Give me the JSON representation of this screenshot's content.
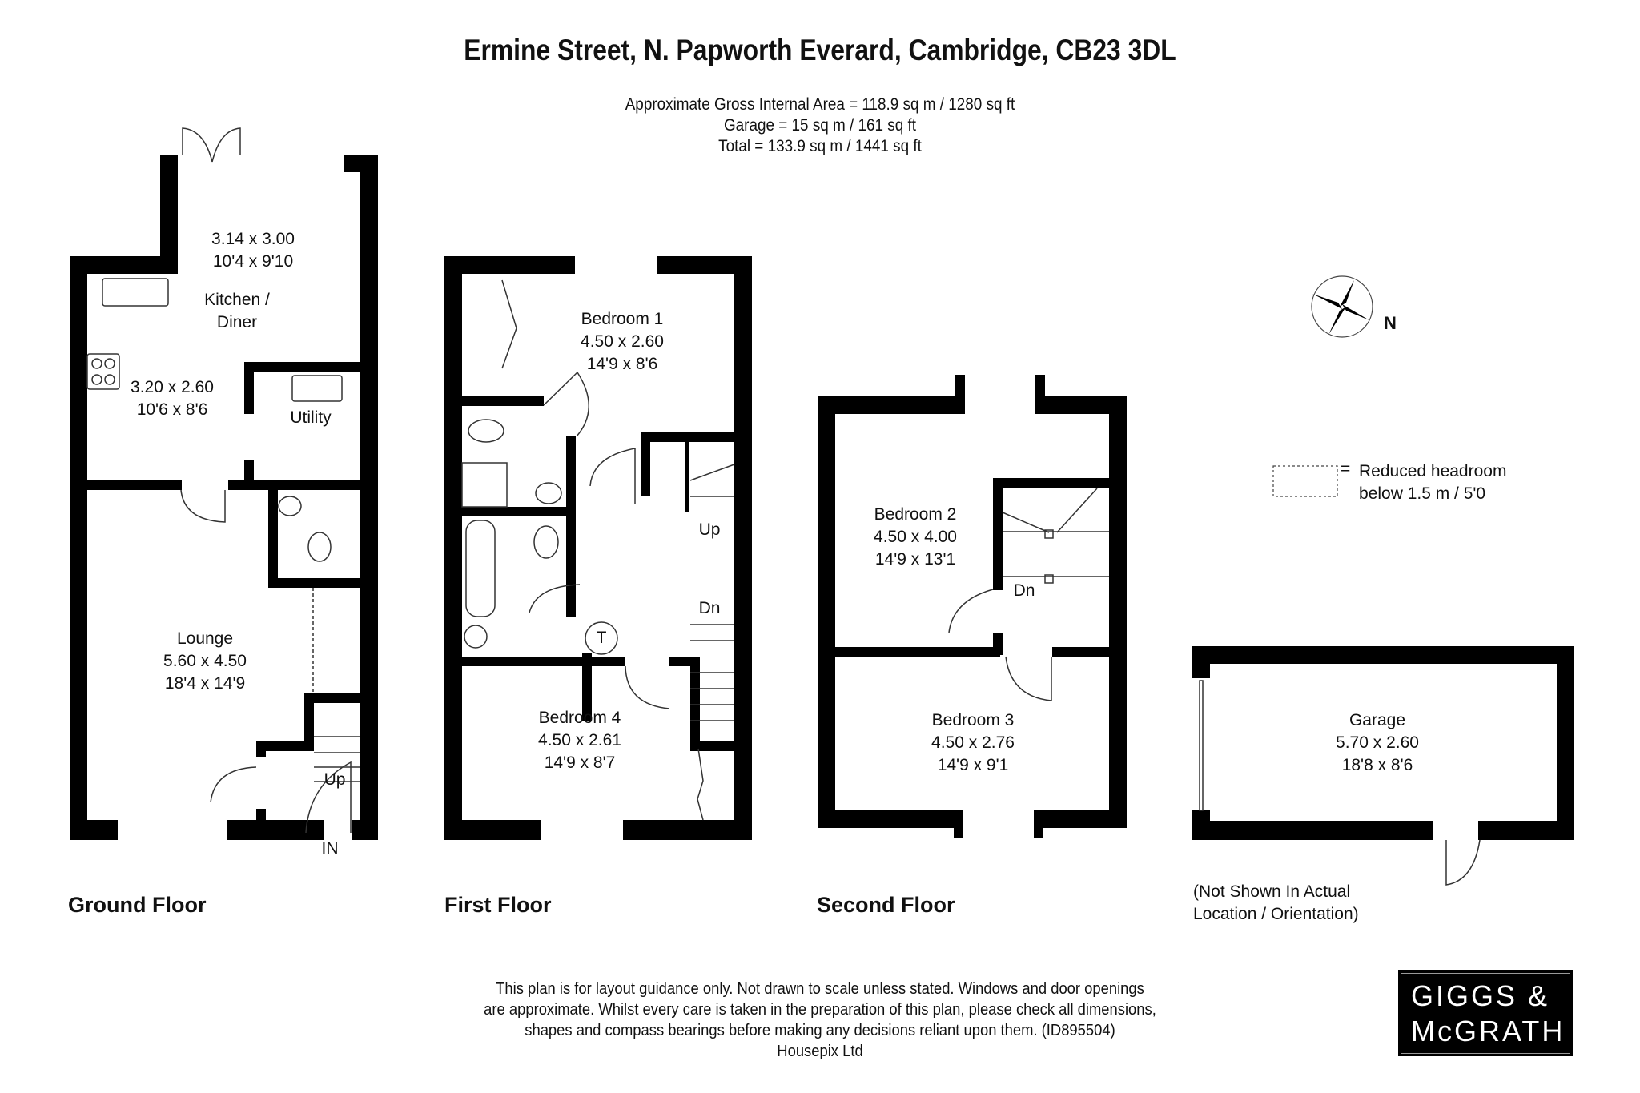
{
  "header": {
    "title": "Ermine Street, N. Papworth Everard, Cambridge, CB23 3DL",
    "areas": [
      "Approximate Gross Internal Area = 118.9 sq m / 1280 sq ft",
      "Garage = 15 sq m / 161 sq ft",
      "Total = 133.9 sq m / 1441 sq ft"
    ]
  },
  "floors": {
    "ground": {
      "label": "Ground Floor",
      "rooms": [
        {
          "name": "Kitchen / Diner",
          "name_line1": "Kitchen /",
          "name_line2": "Diner",
          "dims_upper_m": "3.14 x 3.00",
          "dims_upper_ft": "10'4 x 9'10",
          "dims_lower_m": "3.20 x 2.60",
          "dims_lower_ft": "10'6 x 8'6"
        },
        {
          "name": "Utility"
        },
        {
          "name": "Lounge",
          "dims_m": "5.60 x 4.50",
          "dims_ft": "18'4 x 14'9"
        }
      ],
      "stairs_label": "Up",
      "entrance_label": "IN"
    },
    "first": {
      "label": "First Floor",
      "rooms": [
        {
          "name": "Bedroom 1",
          "dims_m": "4.50 x 2.60",
          "dims_ft": "14'9 x 8'6"
        },
        {
          "name": "Bedroom 4",
          "dims_m": "4.50 x 2.61",
          "dims_ft": "14'9 x 8'7"
        }
      ],
      "stairs_up_label": "Up",
      "stairs_down_label": "Dn",
      "cupboard_label": "T"
    },
    "second": {
      "label": "Second Floor",
      "rooms": [
        {
          "name": "Bedroom 2",
          "dims_m": "4.50 x 4.00",
          "dims_ft": "14'9 x 13'1"
        },
        {
          "name": "Bedroom 3",
          "dims_m": "4.50 x 2.76",
          "dims_ft": "14'9 x 9'1"
        }
      ],
      "stairs_down_label": "Dn"
    },
    "garage": {
      "name": "Garage",
      "dims_m": "5.70 x 2.60",
      "dims_ft": "18'8 x 8'6",
      "note_line1": "(Not Shown In Actual",
      "note_line2": "Location / Orientation)"
    }
  },
  "compass": {
    "label": "N",
    "icon": "compass-rose-icon"
  },
  "legend": {
    "symbol": "dashed-rectangle",
    "equals": "=",
    "line1": "Reduced headroom",
    "line2": "below 1.5 m / 5'0"
  },
  "footer": {
    "disclaimer": [
      "This plan is for layout guidance only. Not drawn to scale unless stated. Windows and door openings",
      "are approximate. Whilst every care is taken in the preparation of this plan, please check all dimensions,",
      "shapes and compass bearings before making any decisions reliant upon them. (ID895504)",
      "Housepix Ltd"
    ]
  },
  "logo": {
    "line1": "GIGGS &",
    "line2": "McGRATH",
    "bg": "#000000",
    "fg": "#ffffff"
  },
  "colors": {
    "wall": "#000000",
    "background": "#ffffff",
    "fixture_line": "#333333"
  }
}
